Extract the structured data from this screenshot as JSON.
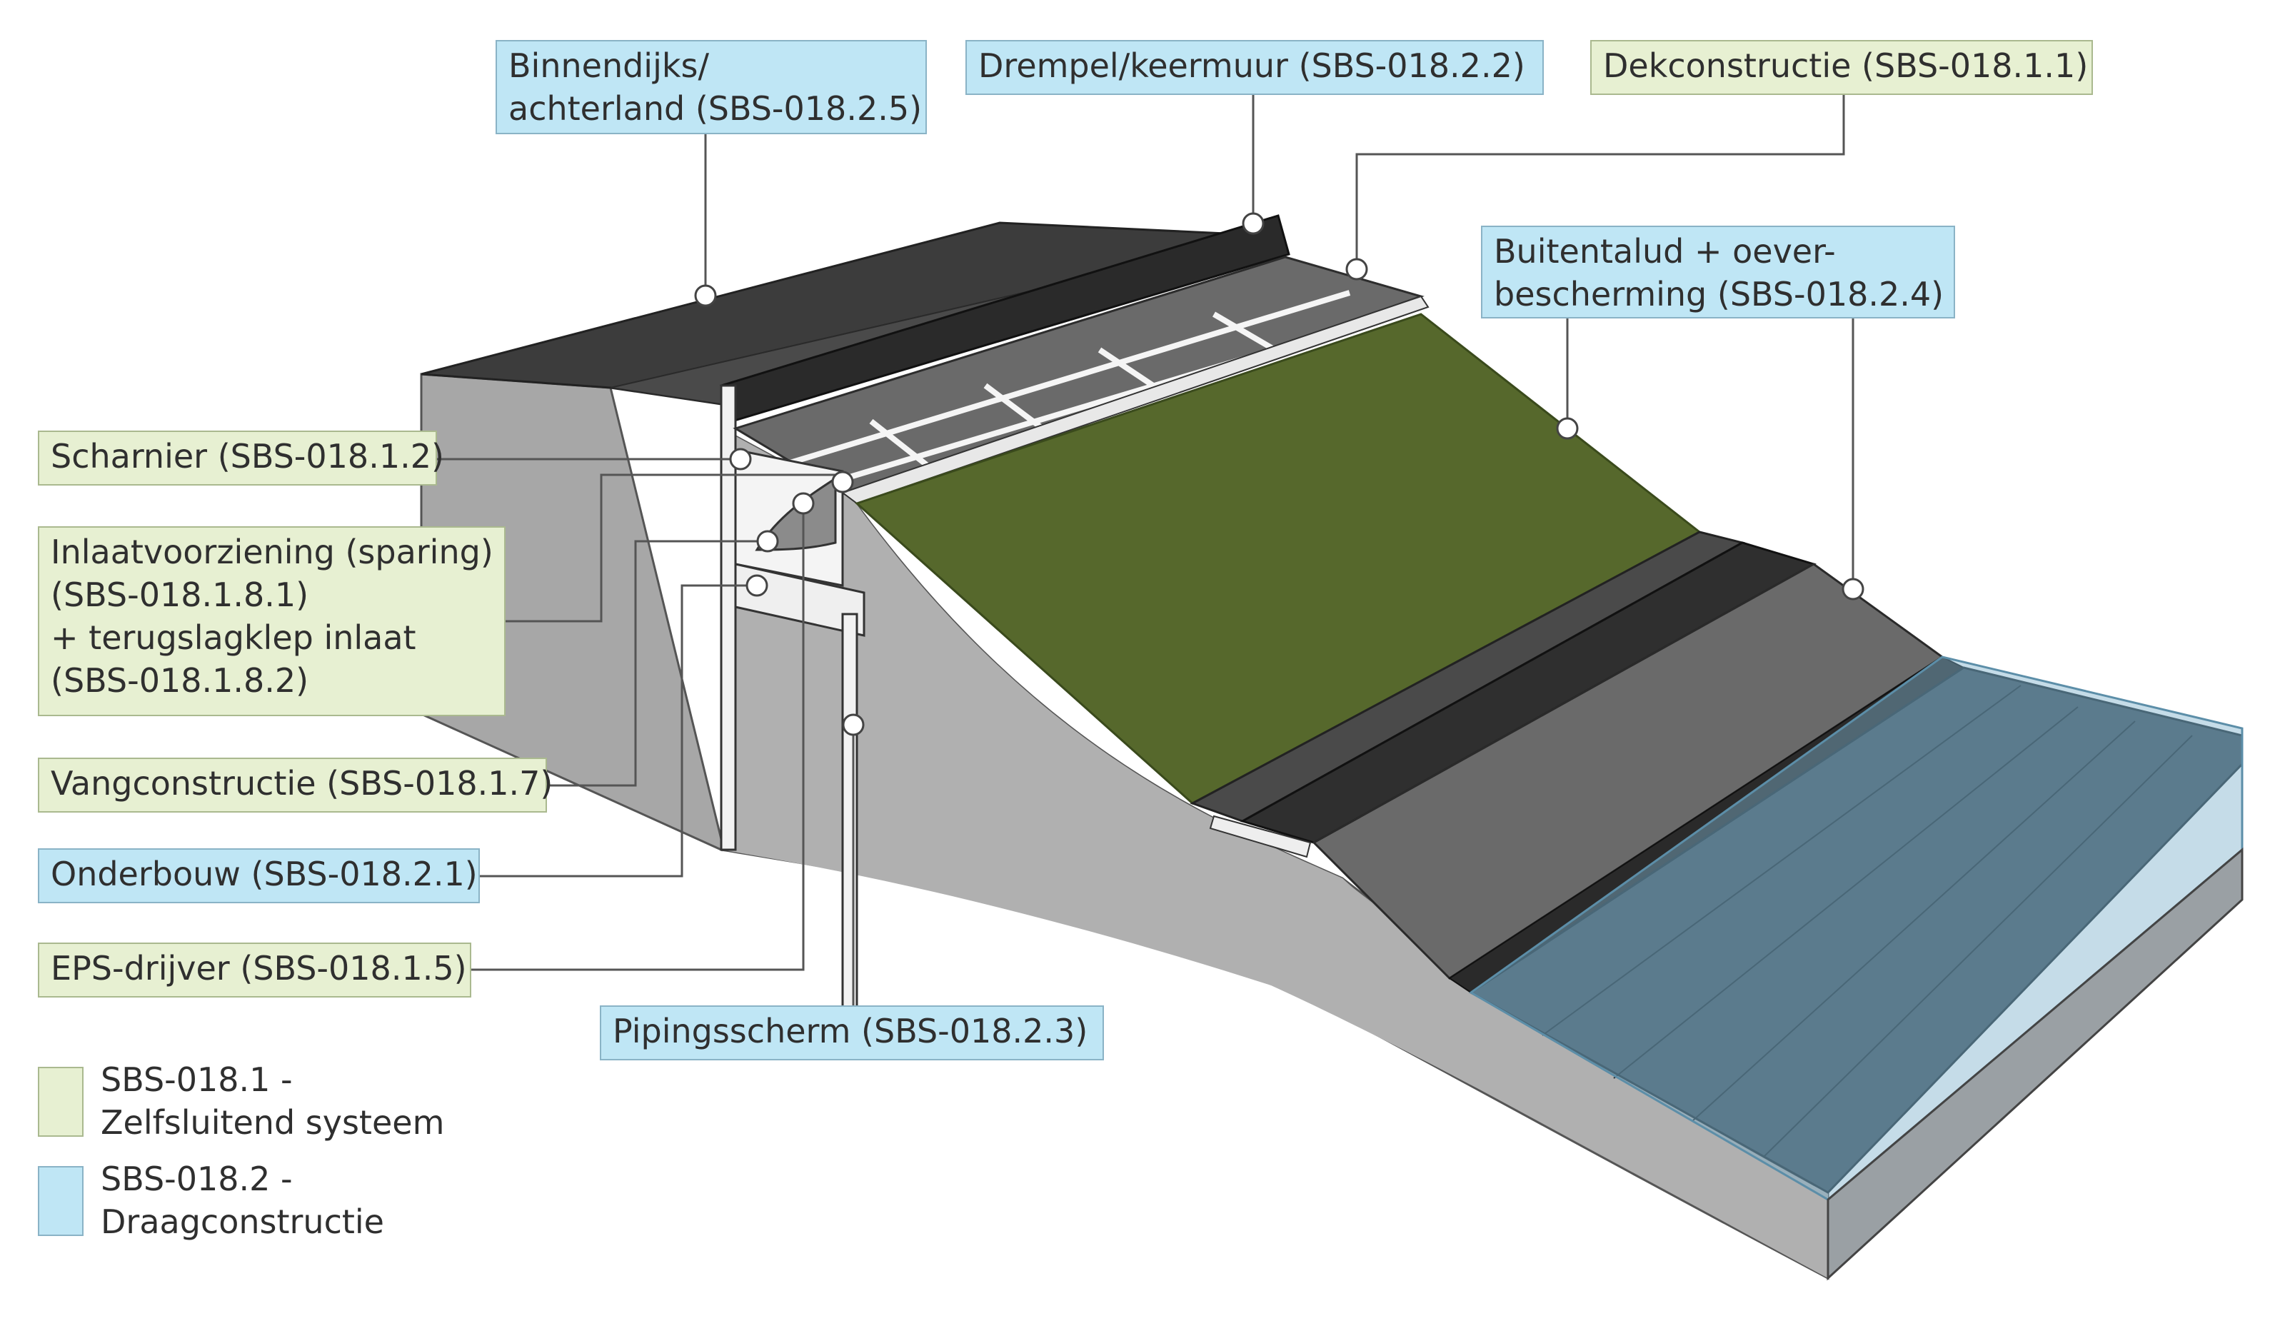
{
  "callouts": {
    "binnendijks": {
      "line1": "Binnendijks/",
      "line2": "achterland (SBS-018.2.5)",
      "group": "blue"
    },
    "drempel": {
      "text": "Drempel/keermuur (SBS-018.2.2)",
      "group": "blue"
    },
    "dekconstructie": {
      "text": "Dekconstructie (SBS-018.1.1)",
      "group": "green"
    },
    "buitentalud": {
      "line1": "Buitentalud + oever-",
      "line2": "bescherming (SBS-018.2.4)",
      "group": "blue"
    },
    "scharnier": {
      "text": "Scharnier (SBS-018.1.2)",
      "group": "green"
    },
    "inlaat": {
      "line1": "Inlaatvoorziening (sparing)",
      "line2": "(SBS-018.1.8.1)",
      "line3": "+ terugslagklep inlaat",
      "line4": "(SBS-018.1.8.2)",
      "group": "green"
    },
    "vangconstructie": {
      "text": "Vangconstructie (SBS-018.1.7)",
      "group": "green"
    },
    "onderbouw": {
      "text": "Onderbouw (SBS-018.2.1)",
      "group": "blue"
    },
    "eps": {
      "text": "EPS-drijver (SBS-018.1.5)",
      "group": "green"
    },
    "pipingsscherm": {
      "text": "Pipingsscherm (SBS-018.2.3)",
      "group": "blue"
    }
  },
  "legend": [
    {
      "line1": "SBS-018.1 -",
      "line2": "Zelfsluitend systeem",
      "color": "#e7f0d2"
    },
    {
      "line1": "SBS-018.2 -",
      "line2": "Draagconstructie",
      "color": "#bfe6f5"
    }
  ],
  "colors": {
    "label_blue": "#bfe6f5",
    "label_green": "#e7f0d2",
    "grass": "#58692e",
    "soil": "#a9a9a9",
    "water": "#7fb2cc",
    "asphalt": "#3a3a3a"
  }
}
